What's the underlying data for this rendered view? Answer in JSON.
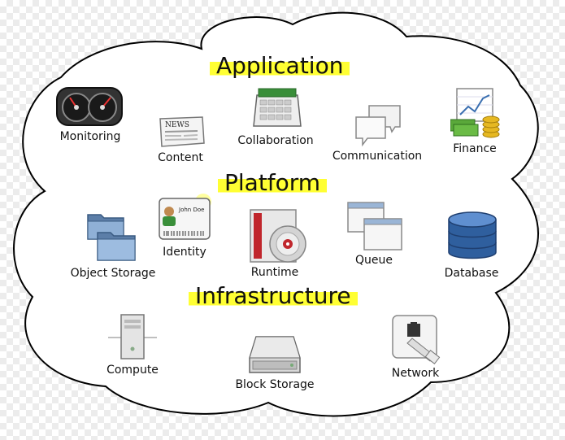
{
  "layers": {
    "application": "Application",
    "platform": "Platform",
    "infrastructure": "Infrastructure"
  },
  "application": {
    "monitoring": "Monitoring",
    "content": "Content",
    "collaboration": "Collaboration",
    "communication": "Communication",
    "finance": "Finance"
  },
  "platform": {
    "object_storage": "Object Storage",
    "identity": "Identity",
    "identity_card_name": "John Doe",
    "runtime": "Runtime",
    "queue": "Queue",
    "database": "Database"
  },
  "infrastructure": {
    "compute": "Compute",
    "block_storage": "Block Storage",
    "network": "Network"
  },
  "news_icon_text": "NEWS",
  "colors": {
    "highlight": "#ffff33",
    "cloud_fill": "#ffffff",
    "cloud_stroke": "#000000"
  }
}
